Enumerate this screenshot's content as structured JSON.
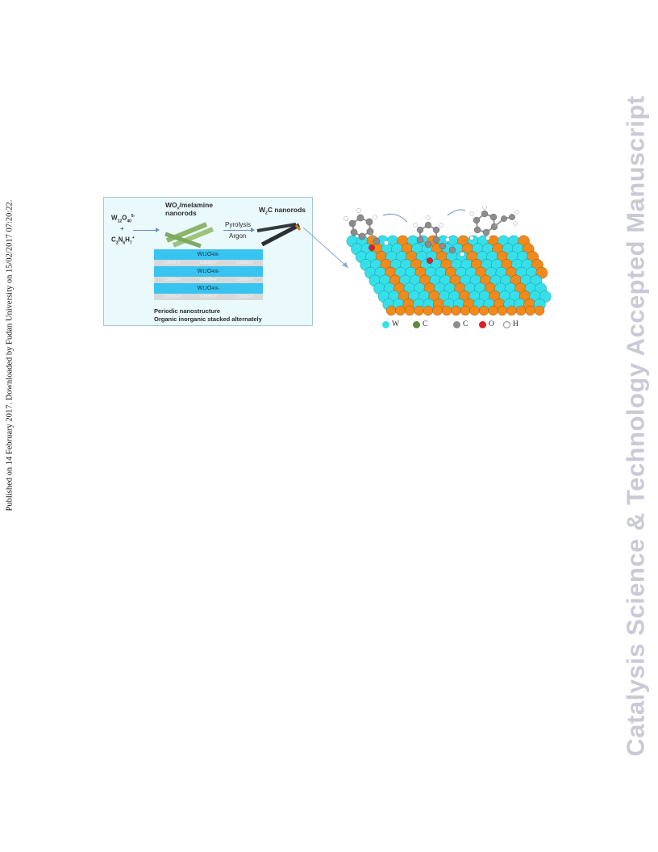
{
  "side_note": "Published on 14 February 2017. Downloaded by Fudan University on 15/02/2017 07:20:22.",
  "watermark": "Catalysis Science & Technology Accepted Manuscript",
  "scheme": {
    "precursor_1": "W12O40",
    "precursor_1_charge": "6-",
    "plus": "+",
    "precursor_2": "C3N6H7",
    "precursor_2_charge": "+",
    "intermediate_label_1": "WOx/melamine",
    "intermediate_label_2": "nanorods",
    "step_top": "Pyrolysis",
    "step_bottom": "Argon",
    "product_label": "W2C nanorods",
    "layer_inorganic": "W12O40",
    "layer_inorganic_charge": "6-",
    "layer_organic": "C3N6H7",
    "layer_organic_charge": "+",
    "caption_1": "Periodic nanostructure",
    "caption_2": "Organic inorganic stacked alternately"
  },
  "legend": [
    {
      "label": "W",
      "color": "#35e0ea"
    },
    {
      "label": "C",
      "color": "#5f8a3c"
    },
    {
      "label": "C",
      "color": "#8c8c8c"
    },
    {
      "label": "O",
      "color": "#d8202a"
    },
    {
      "label": "H",
      "color": "#ffffff"
    }
  ],
  "colors": {
    "w_atom": "#35e0ea",
    "c_surface": "#f08a1c",
    "c_mol": "#8c8c8c",
    "o_atom": "#d8202a",
    "h_atom": "#ffffff",
    "rod_green": "#8cb56c",
    "rod_dark": "#33393d"
  }
}
